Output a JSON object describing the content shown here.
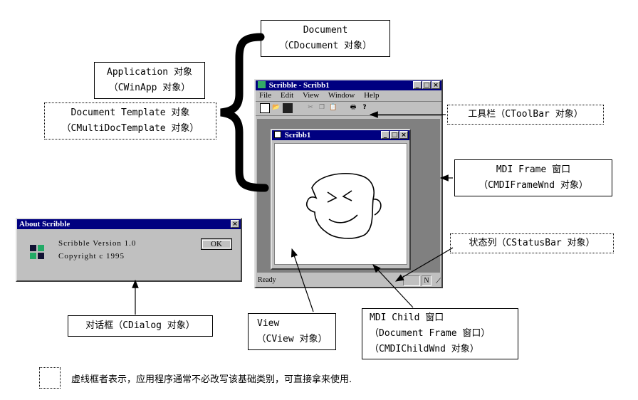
{
  "labels": {
    "document": [
      "Document",
      "（CDocument 对象）"
    ],
    "application": [
      "Application 对象",
      "（CWinApp 对象）"
    ],
    "doc_template": [
      "Document Template 对象",
      "（CMultiDocTemplate 对象）"
    ],
    "toolbar": "工具栏（CToolBar 对象）",
    "mdi_frame": [
      "MDI Frame 窗口",
      "（CMDIFrameWnd 对象）"
    ],
    "status_bar": "状态列（CStatusBar 对象）",
    "dialog": "对话框（CDialog 对象）",
    "view": [
      "View",
      "（CView 对象）"
    ],
    "mdi_child": [
      "MDI Child 窗口",
      "（Document Frame 窗口）",
      "（CMDIChildWnd 对象）"
    ],
    "legend_text": "虚线框者表示，应用程序通常不必改写该基础类别，可直接拿来使用."
  },
  "main_window": {
    "title": "Scribble - Scribb1",
    "menu": [
      "File",
      "Edit",
      "View",
      "Window",
      "Help"
    ],
    "toolbar_icons": [
      "new-icon",
      "open-icon",
      "save-icon",
      "cut-icon",
      "copy-icon",
      "paste-icon",
      "print-icon",
      "help-icon"
    ],
    "status_ready": "Ready",
    "status_indicator": "N"
  },
  "child_window": {
    "title": "Scribb1"
  },
  "about_dialog": {
    "title": "About Scribble",
    "version": "Scribble Version 1.0",
    "copyright": "Copyright c 1995",
    "ok": "OK"
  },
  "colors": {
    "titlebar": "#000080",
    "face": "#c0c0c0",
    "mdi_client": "#808080"
  }
}
